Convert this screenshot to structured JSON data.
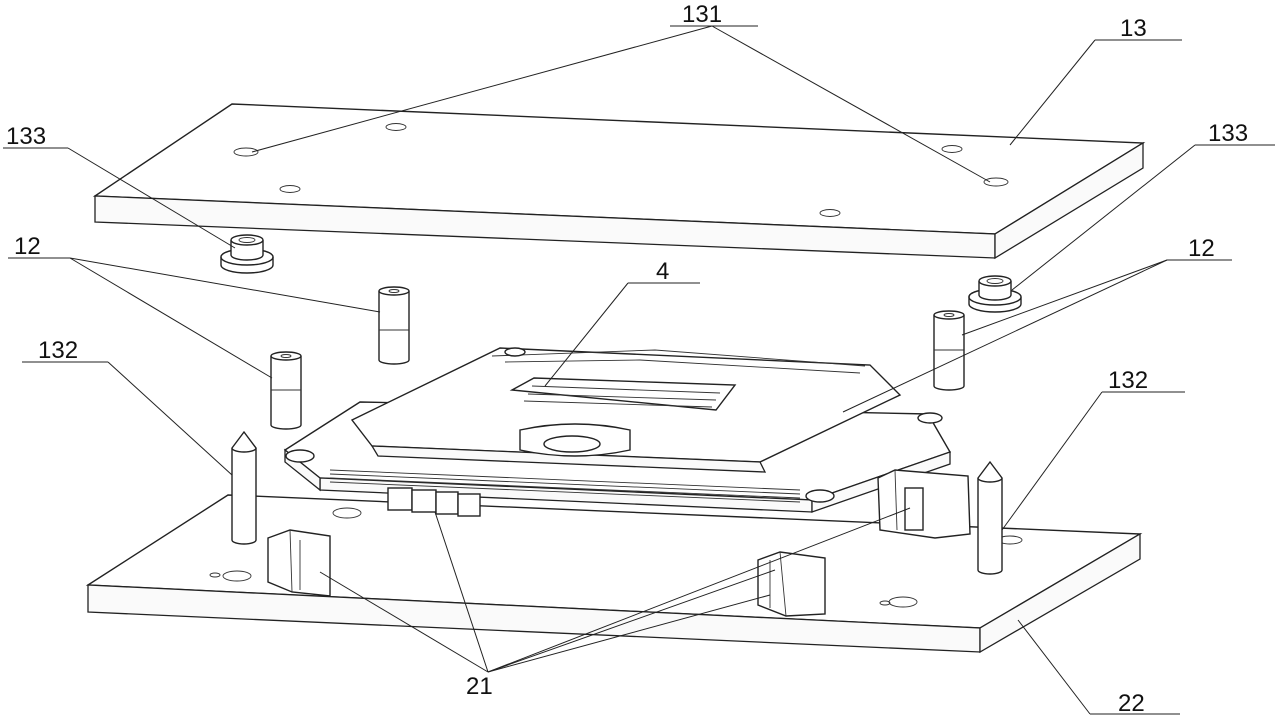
{
  "labels": {
    "l131": "131",
    "l13": "13",
    "l133_left": "133",
    "l133_right": "133",
    "l12_left": "12",
    "l12_right": "12",
    "l4": "4",
    "l132_left": "132",
    "l132_right": "132",
    "l21": "21",
    "l22": "22"
  }
}
